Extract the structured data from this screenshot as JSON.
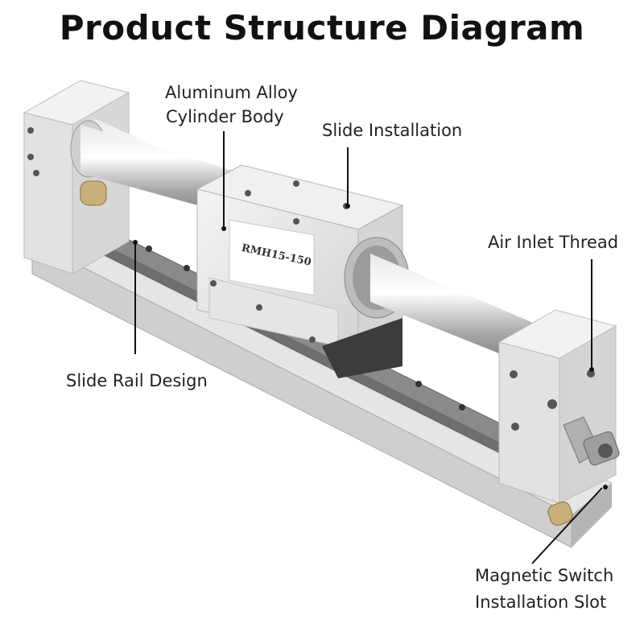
{
  "title": "Product Structure Diagram",
  "labels": {
    "body_line1": "Aluminum Alloy",
    "body_line2": "Cylinder Body",
    "slide_installation": "Slide Installation",
    "air_inlet": "Air Inlet Thread",
    "slide_rail": "Slide Rail Design",
    "magnetic_line1": "Magnetic Switch",
    "magnetic_line2": "Installation Slot"
  },
  "product": {
    "model_plate": "RMH15-150"
  },
  "colors": {
    "aluminum_light": "#eeeeee",
    "aluminum_mid": "#cfcfcf",
    "aluminum_dark": "#9a9a9a",
    "rod": "#b8b8b8",
    "leader_line": "#111111"
  }
}
